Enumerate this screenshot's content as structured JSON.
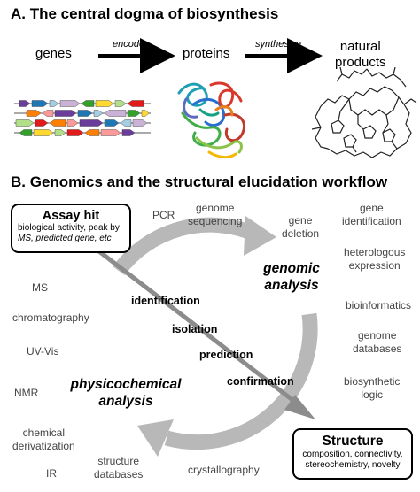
{
  "section_a": {
    "title": "A. The central dogma of biosynthesis",
    "genes": "genes",
    "encode": "encode",
    "proteins": "proteins",
    "synthesize": "synthesize",
    "natural_products": [
      "natural",
      "products"
    ]
  },
  "section_b": {
    "title": "B. Genomics and the structural elucidation workflow",
    "assay_hit": {
      "title": "Assay hit",
      "desc": [
        "biological activity, peak by",
        "MS, predicted gene, etc"
      ]
    },
    "structure": {
      "title": "Structure",
      "desc": [
        "composition, connectivity,",
        "stereochemistry, novelty"
      ]
    },
    "genomic_analysis": [
      "genomic",
      "analysis"
    ],
    "physicochemical_analysis": [
      "physicochemical",
      "analysis"
    ],
    "steps": [
      "identification",
      "isolation",
      "prediction",
      "confirmation"
    ],
    "genomic_terms": {
      "pcr": "PCR",
      "genome_sequencing": [
        "genome",
        "sequencing"
      ],
      "gene_deletion": [
        "gene",
        "deletion"
      ],
      "gene_identification": [
        "gene",
        "identification"
      ],
      "heterologous_expression": [
        "heterologous",
        "expression"
      ],
      "bioinformatics": "bioinformatics",
      "genome_databases": [
        "genome",
        "databases"
      ],
      "biosynthetic_logic": [
        "biosynthetic",
        "logic"
      ]
    },
    "chemical_terms": {
      "ms": "MS",
      "chromatography": "chromatography",
      "uv_vis": "UV-Vis",
      "nmr": "NMR",
      "chemical_derivatization": [
        "chemical",
        "derivatization"
      ],
      "ir": "IR",
      "structure_databases": [
        "structure",
        "databases"
      ],
      "crystallography": "crystallography"
    }
  },
  "colors": {
    "cycle_arrow": "#b8b8b8",
    "diagonal_arrow": "#8c8c8c",
    "gene_palette": [
      "#6a3d9a",
      "#e31a1c",
      "#33a02c",
      "#1f78b4",
      "#ff7f00",
      "#ffd92f",
      "#a6cee3",
      "#fb9a99",
      "#b2df8a",
      "#cab2d6"
    ]
  }
}
